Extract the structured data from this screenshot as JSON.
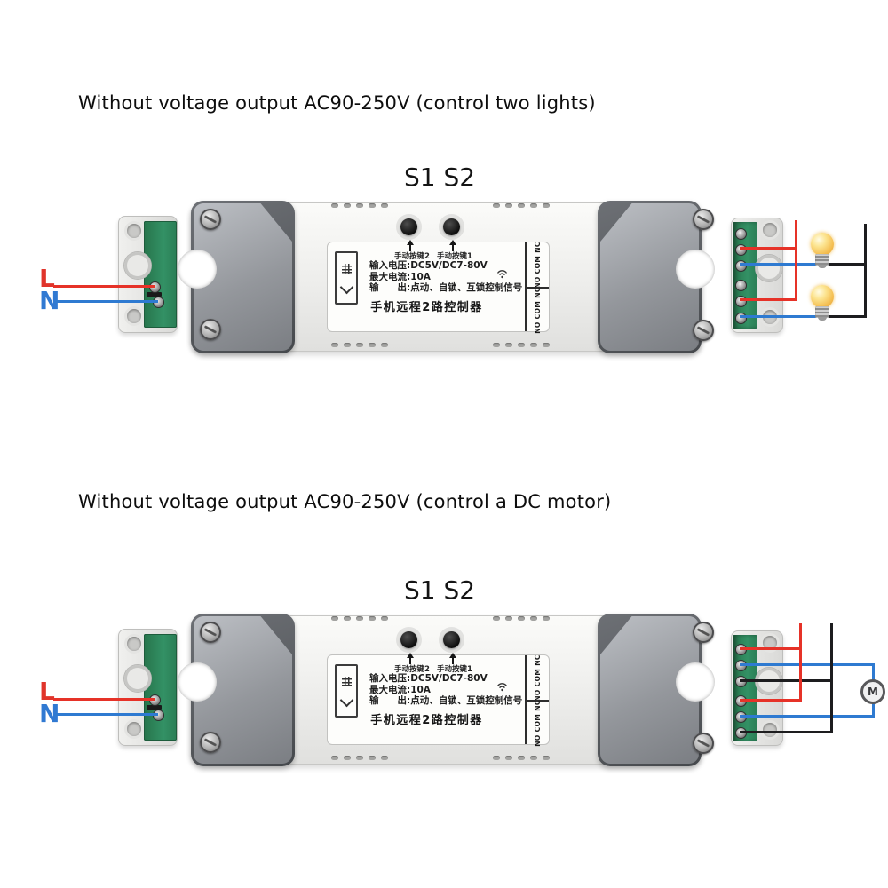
{
  "sections": [
    {
      "title": "Without voltage output AC90-250V (control two lights)",
      "switch_label": "S1 S2",
      "load": "two-lights"
    },
    {
      "title": "Without voltage output AC90-250V (control a DC motor)",
      "switch_label": "S1 S2",
      "load": "dc-motor"
    }
  ],
  "device": {
    "manual_button_2_label": "手动按键2",
    "manual_button_1_label": "手动按键1",
    "spec_input_voltage": "输入电压:DC5V/DC7-80V",
    "spec_max_current": "最大电流:10A",
    "spec_output": "输　　出:点动、自锁、互锁控制信号",
    "product_name": "手机远程2路控制器",
    "relay_terminals": [
      "NO COM NC",
      "NO COM NC"
    ],
    "icons": [
      "brand-logo-icon",
      "wifi-icon",
      "up-arrow-icon"
    ]
  },
  "wiring": {
    "live_label": "L",
    "neutral_label": "N",
    "motor_label": "M",
    "colors": {
      "live_wire": "#e63228",
      "neutral_wire": "#2e7ad1",
      "load_wire": "#1d1d1f",
      "pcb_green": "#2e8356",
      "bulb_yellow": "#f4bd50"
    }
  }
}
